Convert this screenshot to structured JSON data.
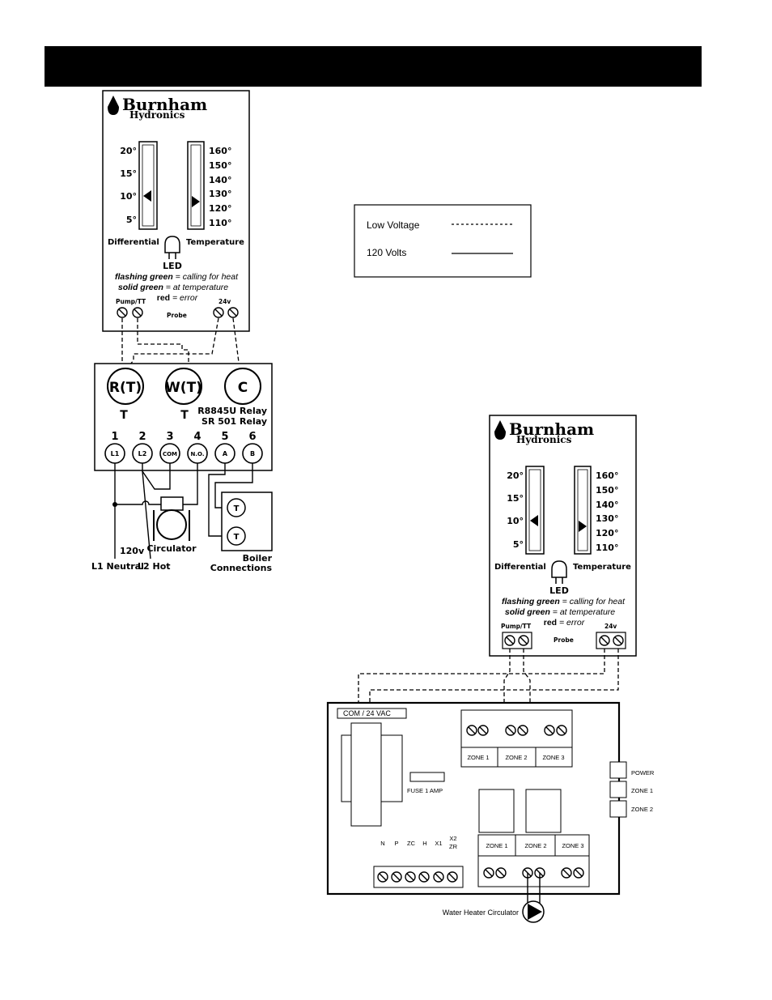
{
  "controlA": {
    "brand": "Burnham",
    "sub": "Hydronics",
    "diff_ticks": [
      "20°",
      "15°",
      "10°",
      "5°"
    ],
    "temp_ticks": [
      "160°",
      "150°",
      "140°",
      "130°",
      "120°",
      "110°"
    ],
    "diff_label": "Differential",
    "temp_label": "Temperature",
    "led_label": "LED",
    "legend1_a": "flashing green",
    "legend1_b": " = calling for heat",
    "legend2_a": "solid green",
    "legend2_b": " = at temperature",
    "legend3_a": "red",
    "legend3_b": " = error",
    "pump_label": "Pump/TT",
    "probe_label": "Probe",
    "v24_label": "24v"
  },
  "relay": {
    "rt": "R(T)",
    "wt": "W(T)",
    "c": "C",
    "t1": "T",
    "t2": "T",
    "name1": "R8845U Relay",
    "name2": "SR 501 Relay",
    "nums": [
      "1",
      "2",
      "3",
      "4",
      "5",
      "6"
    ],
    "terms": [
      "L1",
      "L2",
      "COM",
      "N.O.",
      "A",
      "B"
    ],
    "circ": "Circulator",
    "v120": "120v",
    "l1n": "L1 Neutral",
    "l2h": "L2 Hot",
    "boiler1": "Boiler",
    "boiler2": "Connections",
    "bt1": "T",
    "bt2": "T"
  },
  "wiring_key": {
    "low": "Low Voltage",
    "high": "120 Volts"
  },
  "controlB": {
    "brand": "Burnham",
    "sub": "Hydronics",
    "diff_ticks": [
      "20°",
      "15°",
      "10°",
      "5°"
    ],
    "temp_ticks": [
      "160°",
      "150°",
      "140°",
      "130°",
      "120°",
      "110°"
    ],
    "diff_label": "Differential",
    "temp_label": "Temperature",
    "led_label": "LED",
    "legend1_a": "flashing green",
    "legend1_b": " = calling for heat",
    "legend2_a": "solid green",
    "legend2_b": " = at temperature",
    "legend3_a": "red",
    "legend3_b": " = error",
    "pump_label": "Pump/TT",
    "probe_label": "Probe",
    "v24_label": "24v"
  },
  "zone_panel": {
    "com": "COM / 24 VAC",
    "fuse": "FUSE 1 AMP",
    "top_zones": [
      "ZONE 1",
      "ZONE 2",
      "ZONE 3"
    ],
    "bottom_zones": [
      "ZONE 1",
      "ZONE 2",
      "ZONE 3"
    ],
    "leds": [
      "POWER",
      "ZONE 1",
      "ZONE 2"
    ],
    "term_labels": [
      "N",
      "P",
      "ZC",
      "H",
      "X1"
    ],
    "x2": "X2",
    "zr": "ZR",
    "whc": "Water Heater Circulator"
  }
}
